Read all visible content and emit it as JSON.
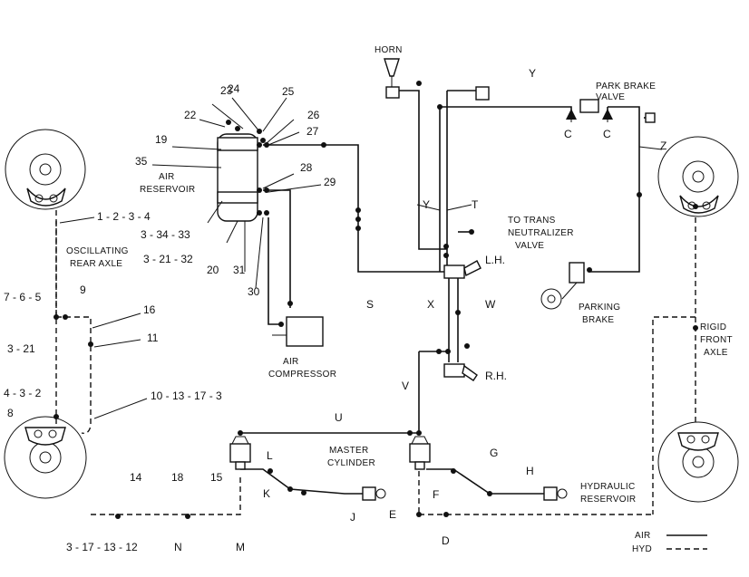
{
  "labels": {
    "horn": "HORN",
    "park_brake": "PARK BRAKE",
    "valve": "VALVE",
    "air": "AIR",
    "reservoir": "RESERVOIR",
    "to_trans": "TO TRANS",
    "neutralizer": "NEUTRALIZER",
    "valve2": "VALVE",
    "oscillating": "OSCILLATING",
    "rear_axle": "REAR AXLE",
    "parking": "PARKING",
    "brake": "BRAKE",
    "rigid": "RIGID",
    "front": "FRONT",
    "axle": "AXLE",
    "air2": "AIR",
    "compressor": "COMPRESSOR",
    "master": "MASTER",
    "cylinder": "CYLINDER",
    "hydraulic": "HYDRAULIC",
    "hyd_reservoir": "RESERVOIR",
    "lh": "L.H.",
    "rh": "R.H."
  },
  "lines": {
    "y": "Y",
    "t": "T",
    "z": "Z",
    "c": "C",
    "s": "S",
    "x": "X",
    "w": "W",
    "v": "V",
    "u": "U",
    "l": "L",
    "k": "K",
    "j": "J",
    "g": "G",
    "h": "H",
    "f": "F",
    "e": "E",
    "d": "D",
    "m": "M",
    "n": "N"
  },
  "callouts": {
    "c22": "22",
    "c23": "23",
    "c24": "24",
    "c25": "25",
    "c26": "26",
    "c27": "27",
    "c19": "19",
    "c35": "35",
    "c28": "28",
    "c29": "29",
    "c1234": "1 - 2 - 3 - 4",
    "c33": "3 - 34 - 33",
    "c32": "3 - 21 - 32",
    "c20": "20",
    "c31": "31",
    "c30": "30",
    "c765": "7 - 6 - 5",
    "c9": "9",
    "c16": "16",
    "c11": "11",
    "c321": "3 - 21",
    "c432": "4 - 3 - 2",
    "c1013": "10 - 13 - 17 - 3",
    "c8": "8",
    "c14": "14",
    "c18": "18",
    "c15": "15",
    "c317": "3 - 17 - 13 - 12"
  },
  "legend": {
    "air": "AIR",
    "hyd": "HYD"
  }
}
